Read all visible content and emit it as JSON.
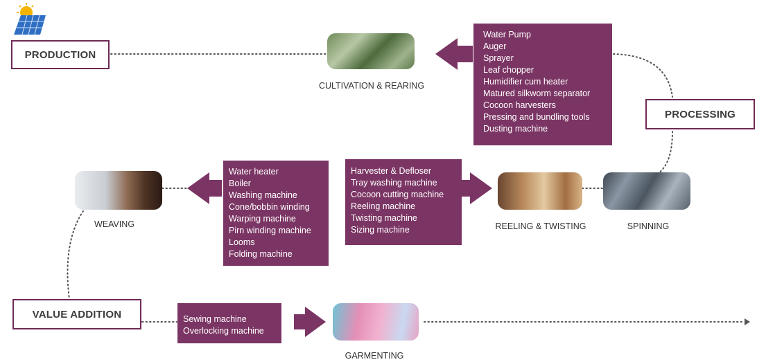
{
  "stages": {
    "production": "PRODUCTION",
    "processing": "PROCESSING",
    "value_addition": "VALUE ADDITION"
  },
  "captions": {
    "cultivation": "CULTIVATION & REARING",
    "spinning": "SPINNING",
    "reeling": "REELING & TWISTING",
    "weaving": "WEAVING",
    "garmenting": "GARMENTING"
  },
  "equipment": {
    "cultivation": [
      "Water Pump",
      "Auger",
      "Sprayer",
      "Leaf chopper",
      "Humidifier cum heater",
      "Matured silkworm separator",
      "Cocoon harvesters",
      "Pressing and bundling tools",
      "Dusting machine"
    ],
    "reeling": [
      "Harvester & Defloser",
      "Tray washing machine",
      "Cocoon cutting machine",
      "Reeling machine",
      "Twisting machine",
      "Sizing machine"
    ],
    "weaving": [
      "Water heater",
      "Boiler",
      "Washing machine",
      "Cone/bobbin winding",
      "Warping machine",
      "Pirn winding machine",
      "Looms",
      "Folding machine"
    ],
    "garmenting": [
      "Sewing machine",
      "Overlocking machine"
    ]
  },
  "icons": {
    "solar": "solar-panel-icon",
    "accent": "#7b3564",
    "dots": "#555555"
  }
}
